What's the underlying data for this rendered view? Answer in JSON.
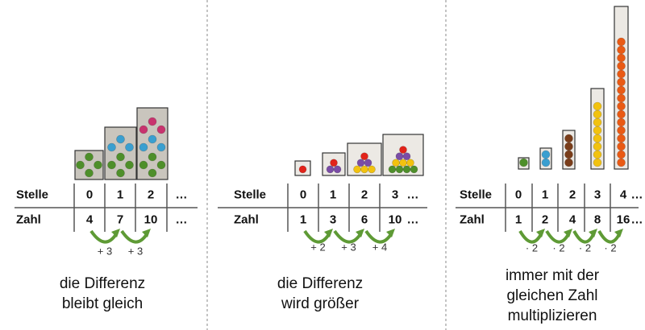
{
  "row_labels": {
    "position": "Stelle",
    "number": "Zahl"
  },
  "ellipsis": "…",
  "colors": {
    "green": "#4e8f2a",
    "blue": "#3a9fd0",
    "pink": "#c8336e",
    "red": "#e2231a",
    "purple": "#7a4ca6",
    "yellow": "#f2c20f",
    "brown": "#7a3d1a",
    "orange": "#ea5a14",
    "arrow": "#5e9a35"
  },
  "panels": [
    {
      "positions": [
        "0",
        "1",
        "2"
      ],
      "numbers": [
        "4",
        "7",
        "10"
      ],
      "operations": [
        "+ 3",
        "+ 3"
      ],
      "caption": [
        "die Differenz",
        "bleibt gleich"
      ],
      "boxes": [
        [
          [
            "green",
            4
          ]
        ],
        [
          [
            "green",
            4
          ],
          [
            "blue",
            3
          ]
        ],
        [
          [
            "green",
            4
          ],
          [
            "blue",
            3
          ],
          [
            "pink",
            3
          ]
        ]
      ]
    },
    {
      "positions": [
        "0",
        "1",
        "2",
        "3"
      ],
      "numbers": [
        "1",
        "3",
        "6",
        "10"
      ],
      "operations": [
        "+ 2",
        "+ 3",
        "+ 4"
      ],
      "caption": [
        "die Differenz",
        "wird größer"
      ],
      "boxes": [
        [
          [
            "red",
            1
          ]
        ],
        [
          [
            "red",
            1
          ],
          [
            "purple",
            2
          ]
        ],
        [
          [
            "red",
            1
          ],
          [
            "purple",
            2
          ],
          [
            "yellow",
            3
          ]
        ],
        [
          [
            "red",
            1
          ],
          [
            "purple",
            2
          ],
          [
            "yellow",
            3
          ],
          [
            "green",
            4
          ]
        ]
      ]
    },
    {
      "positions": [
        "0",
        "1",
        "2",
        "3",
        "4"
      ],
      "numbers": [
        "1",
        "2",
        "4",
        "8",
        "16"
      ],
      "operations": [
        "· 2",
        "· 2",
        "· 2",
        "· 2"
      ],
      "caption": [
        "immer mit der",
        "gleichen Zahl",
        "multiplizieren"
      ],
      "boxes": [
        [
          [
            "green",
            1
          ]
        ],
        [
          [
            "blue",
            2
          ]
        ],
        [
          [
            "brown",
            4
          ]
        ],
        [
          [
            "yellow",
            8
          ]
        ],
        [
          [
            "orange",
            16
          ]
        ]
      ]
    }
  ]
}
